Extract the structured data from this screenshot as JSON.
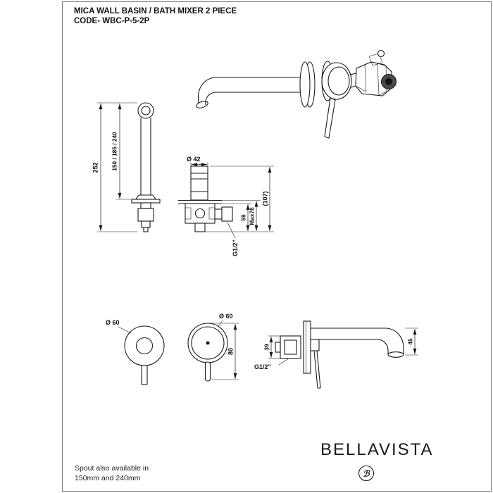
{
  "page": {
    "title": "MICA WALL BASIN / BATH MIXER 2 PIECE",
    "code": "CODE- WBC-P-5-2P"
  },
  "views": {
    "spout_side": {
      "dim_overall_height": "252",
      "dim_spout_lengths": "150 / 185 / 240"
    },
    "valve_section": {
      "dim_cartridge_dia": "Ø 42",
      "dim_total_depth": "(107)",
      "dim_depth_59": "59",
      "dim_depth_max": "Max76",
      "thread_label": "G1/2\""
    },
    "spout_front": {
      "dim_flange_dia": "Ø 60"
    },
    "mixer_front": {
      "dim_flange_dia": "Ø 60",
      "dim_height": "80"
    },
    "assembly_side": {
      "dim_body_width": "39",
      "thread_label": "G1/2\"",
      "dim_spout_drop": "45"
    }
  },
  "footer": {
    "note_line1": "Spout also available in",
    "note_line2": "150mm and 240mm",
    "brand": "BELLAVISTA",
    "logo_glyph": "ℬ"
  },
  "colors": {
    "ink": "#1a1a1a",
    "background": "#ffffff"
  }
}
